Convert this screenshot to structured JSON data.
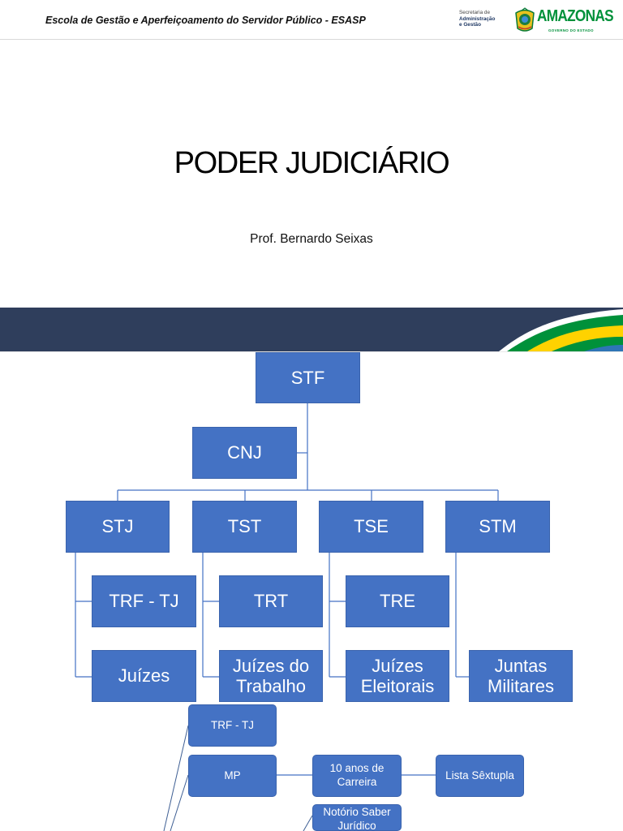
{
  "header": {
    "school_name": "Escola de Gestão e Aperfeiçoamento do Servidor Público - ESASP",
    "secretariat_lines": [
      "Secretaria de",
      "Administração",
      "e Gestão"
    ],
    "state_name": "AMAZONAS",
    "state_subtitle": "GOVERNO DO ESTADO",
    "colors": {
      "brand_green": "#00913a",
      "footer_band": "#2f3e5c",
      "flag_yellow": "#ffd200",
      "accent_blue": "#2e75b6"
    }
  },
  "slide": {
    "title": "PODER JUDICIÁRIO",
    "subtitle": "Prof. Bernardo Seixas"
  },
  "org_chart": {
    "box_color": "#4472c4",
    "line_color": "#4472c4",
    "root": "STF",
    "council": "CNJ",
    "courts": [
      {
        "name": "STJ",
        "children": [
          "TRF - TJ",
          "Juízes"
        ]
      },
      {
        "name": "TST",
        "children": [
          "TRT",
          "Juízes do Trabalho"
        ]
      },
      {
        "name": "TSE",
        "children": [
          "TRE",
          "Juízes Eleitorais"
        ]
      },
      {
        "name": "STM",
        "children": [
          "Juntas Militares"
        ]
      }
    ],
    "appointments": {
      "trf_tj": "TRF - TJ",
      "mp": "MP",
      "career": "10 anos de Carreira",
      "list": "Lista Sêxtupla",
      "notorio": "Notório Saber Jurídico"
    }
  }
}
